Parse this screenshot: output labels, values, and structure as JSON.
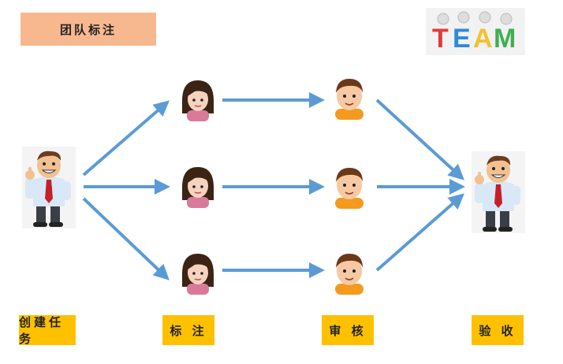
{
  "header": {
    "title": "团队标注"
  },
  "logo": {
    "text": "TEAM",
    "letter_colors": [
      "#E23B3B",
      "#2E8BD8",
      "#F2C12E",
      "#3FAF4F"
    ]
  },
  "stages": [
    {
      "label": "创建任务"
    },
    {
      "label": "标  注"
    },
    {
      "label": "审  核"
    },
    {
      "label": "验  收"
    }
  ],
  "colors": {
    "title_bg": "#F7B88F",
    "stage_bg": "#FFC000",
    "arrow": "#5B9BD5"
  },
  "icons": {
    "creator": "businessman-thumbs-up-icon",
    "annotator": "female-annotator-icon",
    "reviewer": "male-reviewer-icon",
    "acceptor": "businessman-thumbs-up-icon"
  }
}
